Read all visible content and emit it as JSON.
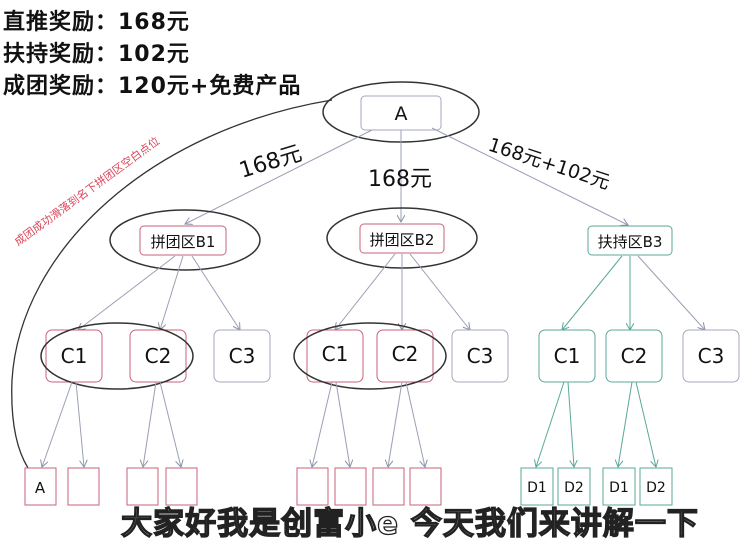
{
  "header": {
    "lines": [
      "直推奖励：168元",
      "扶持奖励：102元",
      "成团奖励：120元+免费产品"
    ]
  },
  "diagram": {
    "root": "A",
    "edge_labels": {
      "to_b1": "168元",
      "to_b2": "168元",
      "to_b3": "168元+102元"
    },
    "b_nodes": [
      "拼团区B1",
      "拼团区B2",
      "扶持区B3"
    ],
    "c_nodes": {
      "b1": [
        "C1",
        "C2",
        "C3"
      ],
      "b2": [
        "C1",
        "C2",
        "C3"
      ],
      "b3": [
        "C1",
        "C2",
        "C3"
      ]
    },
    "leaf_labels": {
      "b1_first": "A",
      "d1": "D1",
      "d2": "D2"
    },
    "annotation": "成团成功滑落到名下拼团区空白点位",
    "colors": {
      "pink": "#c9627a",
      "green": "#5aa89a",
      "gray": "#9aa0b4",
      "annotation": "#d9465a"
    }
  },
  "subtitle": "大家好我是创富小e 今天我们来讲解一下"
}
